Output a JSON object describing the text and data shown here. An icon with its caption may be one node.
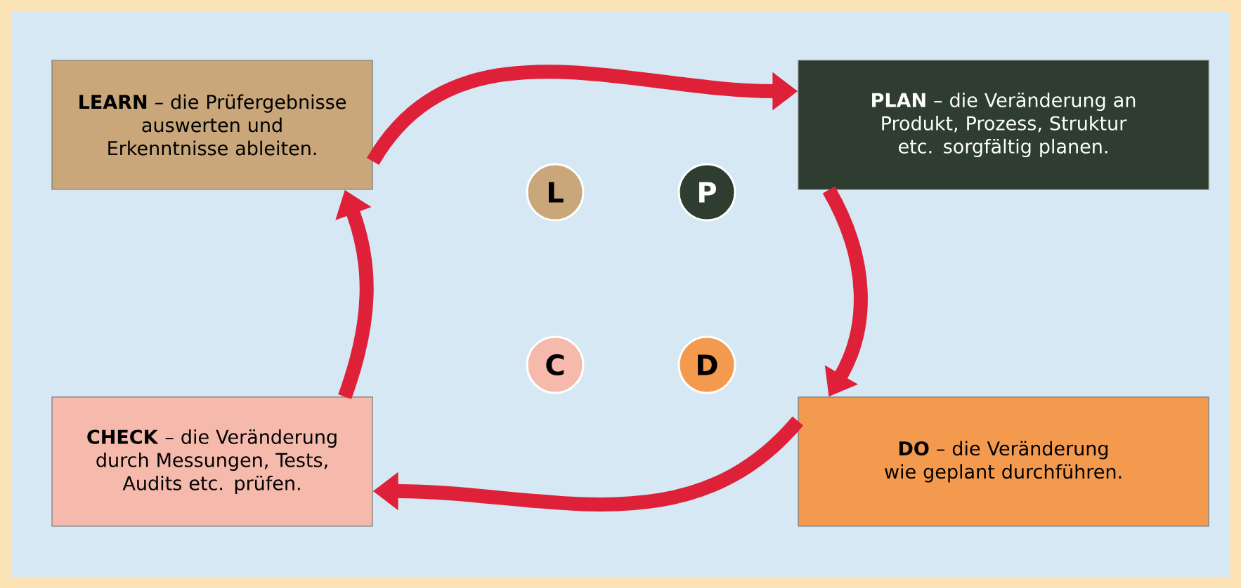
{
  "diagram": {
    "nodes": [
      {
        "text": [
          "**LEARN** – die Prüfergebnisse auswerten und Erkenntnisse ableiten."
        ]
      },
      {
        "text": [
          "L"
        ]
      },
      {
        "text": [
          "P"
        ]
      },
      {
        "text": [
          "**PLAN** – die Veränderung an Produkt, Prozess, Struktur etc. sorgfältig planen."
        ]
      },
      {
        "text": [
          "C"
        ]
      },
      {
        "text": [
          "D"
        ]
      },
      {
        "text": [
          "**CHECK** – die Veränderung durch Messungen, Tests, Audits etc. prüfen."
        ]
      },
      {
        "text": [
          "**DO** – die Veränderung wie geplant durchführen."
        ]
      }
    ],
    "edges": [
      {
        "from": 0,
        "to": 3,
        "arrow": "to"
      },
      {
        "from": 3,
        "to": 7,
        "arrow": "to"
      },
      {
        "from": 7,
        "to": 6,
        "arrow": "to"
      },
      {
        "from": 6,
        "to": 0,
        "arrow": "to"
      }
    ]
  }
}
